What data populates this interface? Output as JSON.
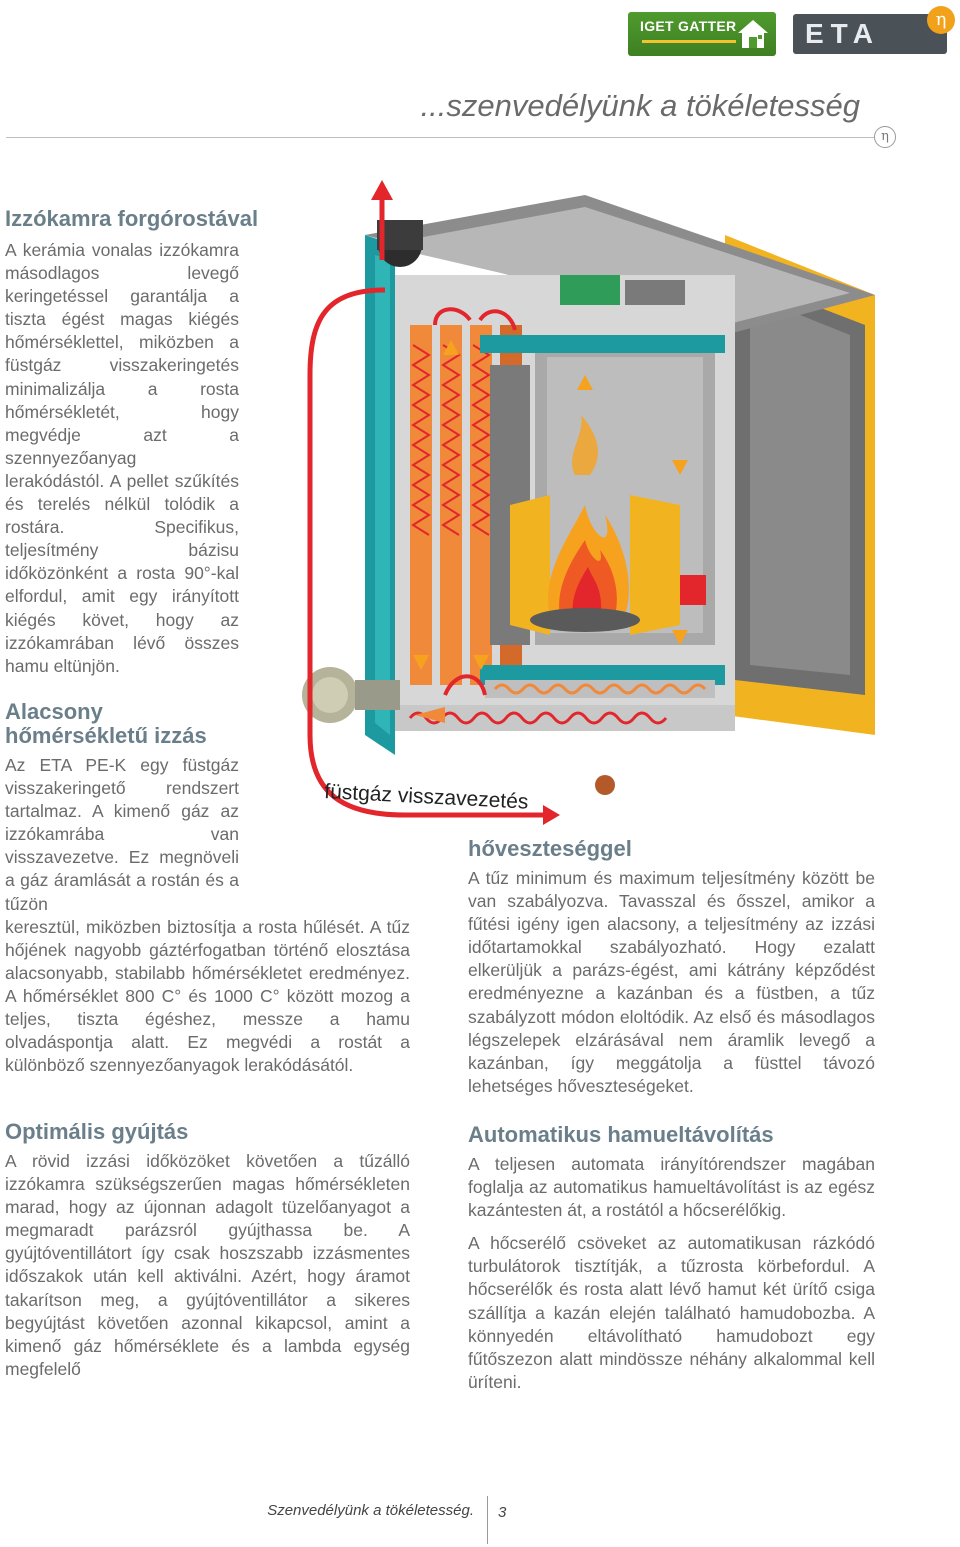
{
  "header": {
    "logo_liget": "IGET GATTER",
    "logo_eta": "ETA",
    "logo_eta_badge": "η",
    "tagline": "...szenvedélyünk a tökéletesség",
    "rule_symbol": "η"
  },
  "sections": {
    "izzokamra": {
      "title": "Izzókamra forgórostával",
      "body": "A kerámia vonalas izzókamra másodlagos levegő keringetéssel garantálja a tiszta égést magas kiégés hőmérséklettel, miközben a füstgáz visszakeringetés minimalizálja a rosta hőmérsékletét, hogy megvédje azt a szennyezőanyag lerakódástól. A pellet szűkítés és terelés nélkül tolódik a rostára. Specifikus, teljesítmény bázisu időközönként a rosta 90°-kal elfordul, amit egy irányított kiégés követ, hogy az izzókamrában lévő összes hamu eltünjön."
    },
    "alacsony": {
      "title_line1": "Alacsony",
      "title_line2": "hőmérsékletű izzás",
      "body_narrow": "Az ETA PE-K egy füstgáz visszakeringető rendszert tartalmaz. A kimenő gáz az izzókamrába van visszavezetve. Ez megnöveli a gáz áramlását a rostán és a tűzön",
      "body_wide": "keresztül, miközben biztosítja a rosta hűlését. A tűz hőjének nagyobb gáztérfogatban történő elosztása alacsonyabb, stabilabb hőmérsékletet eredményez. A hőmérséklet 800 C° és 1000 C° között mozog a teljes, tiszta égéshez, messze a hamu olvadáspontja alatt. Ez megvédi a rostát a különböző szennyezőanyagok lerakódásától."
    },
    "optimalis": {
      "title": "Optimális gyújtás",
      "body": "A rövid izzási időközöket követően a tűzálló izzókamra szükségszerűen magas hőmérsékleten marad, hogy az újonnan adagolt tüzelőanyagot a megmaradt parázsról gyújthassa be. A gyújtóventillátort így csak hoszszabb izzásmentes időszakok után kell aktiválni. Azért, hogy áramot takarítson meg, a gyújtóventillátor a sikeres begyújtást követően azonnal kikapcsol, amint a kimenő gáz hőmérséklete és a lambda egység megfelelő"
    },
    "hoveszteseg": {
      "title": "hőveszteséggel",
      "body": "A tűz minimum és maximum teljesítmény között be van szabályozva. Tavasszal és ősszel, amikor a fűtési igény igen alacsony, a teljesítmény az izzási időtartamokkal szabályozható. Hogy ezalatt elkerüljük a parázs-égést, ami kátrány képződést eredményezne a kazánban és a füstben, a tűz szabályzott módon eloltódik. Az első és másodlagos légszelepek elzárásával nem áramlik levegő a kazánban, így meggátolja a füsttel távozó lehetséges hőveszteségeket."
    },
    "automatikus": {
      "title": "Automatikus hamueltávolítás",
      "body1": "A teljesen automata irányítórendszer magában foglalja az automatikus hamueltávolítást is az egész kazántesten át, a rostától a hőcserélőkig.",
      "body2": "A hőcserélő csöveket az automatikusan rázkódó turbulátorok tisztítják, a tűzrosta körbefordul. A hőcserélők és rosta alatt lévő hamut két ürítő csiga szállítja a kazán elején található hamudobozba. A könnyedén eltávolítható hamudobozt egy fűtőszezon alatt mindössze néhány alkalommal kell üríteni."
    }
  },
  "illustration": {
    "callout": "füstgáz visszavezetés"
  },
  "footer": {
    "text": "Szenvedélyünk a tökéletesség.",
    "page": "3"
  },
  "colors": {
    "heading": "#6a7f8a",
    "body_text": "#6b6b6b",
    "flue_red": "#e2262b",
    "boiler_yellow": "#f2b321",
    "teal_insulation": "#1d9aa0",
    "logo_green": "#4f9b2e",
    "logo_eta_gray": "#4a5157"
  }
}
